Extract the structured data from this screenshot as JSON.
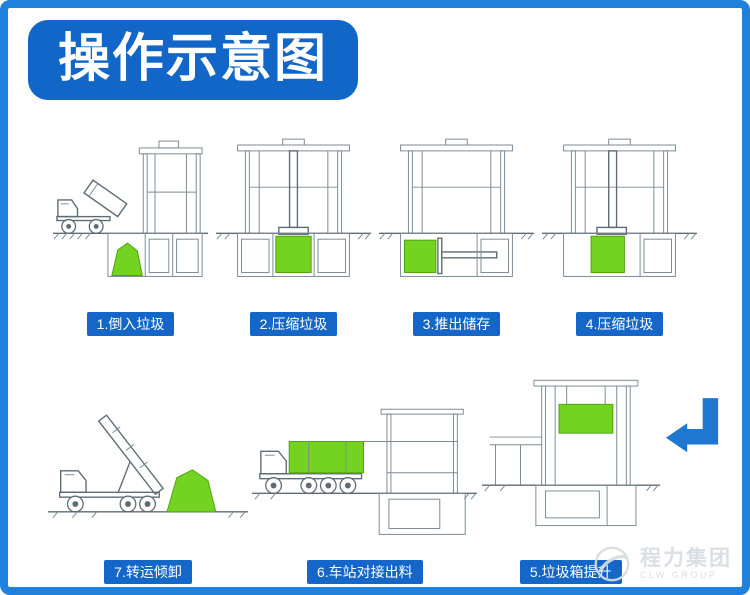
{
  "page": {
    "title": "操作示意图"
  },
  "steps": {
    "row1": [
      "1.倒入垃圾",
      "2.压缩垃圾",
      "3.推出储存",
      "4.压缩垃圾"
    ],
    "row2": [
      "7.转运倾卸",
      "6.车站对接出料",
      "5.垃圾箱提升"
    ]
  },
  "watermark": {
    "cn": "程力集团",
    "en": "CLW GROUP"
  },
  "colors": {
    "frame_blue": "#1e82dc",
    "badge_blue": "#1266c8",
    "label_blue": "#1467c8",
    "garbage_green": "#74d321",
    "garbage_green_dark": "#4ea30f",
    "line_gray": "#7b8a94",
    "line_dark": "#5d6b75",
    "arrow_blue": "#1e78d2",
    "watermark_gray": "#d7dde2"
  }
}
